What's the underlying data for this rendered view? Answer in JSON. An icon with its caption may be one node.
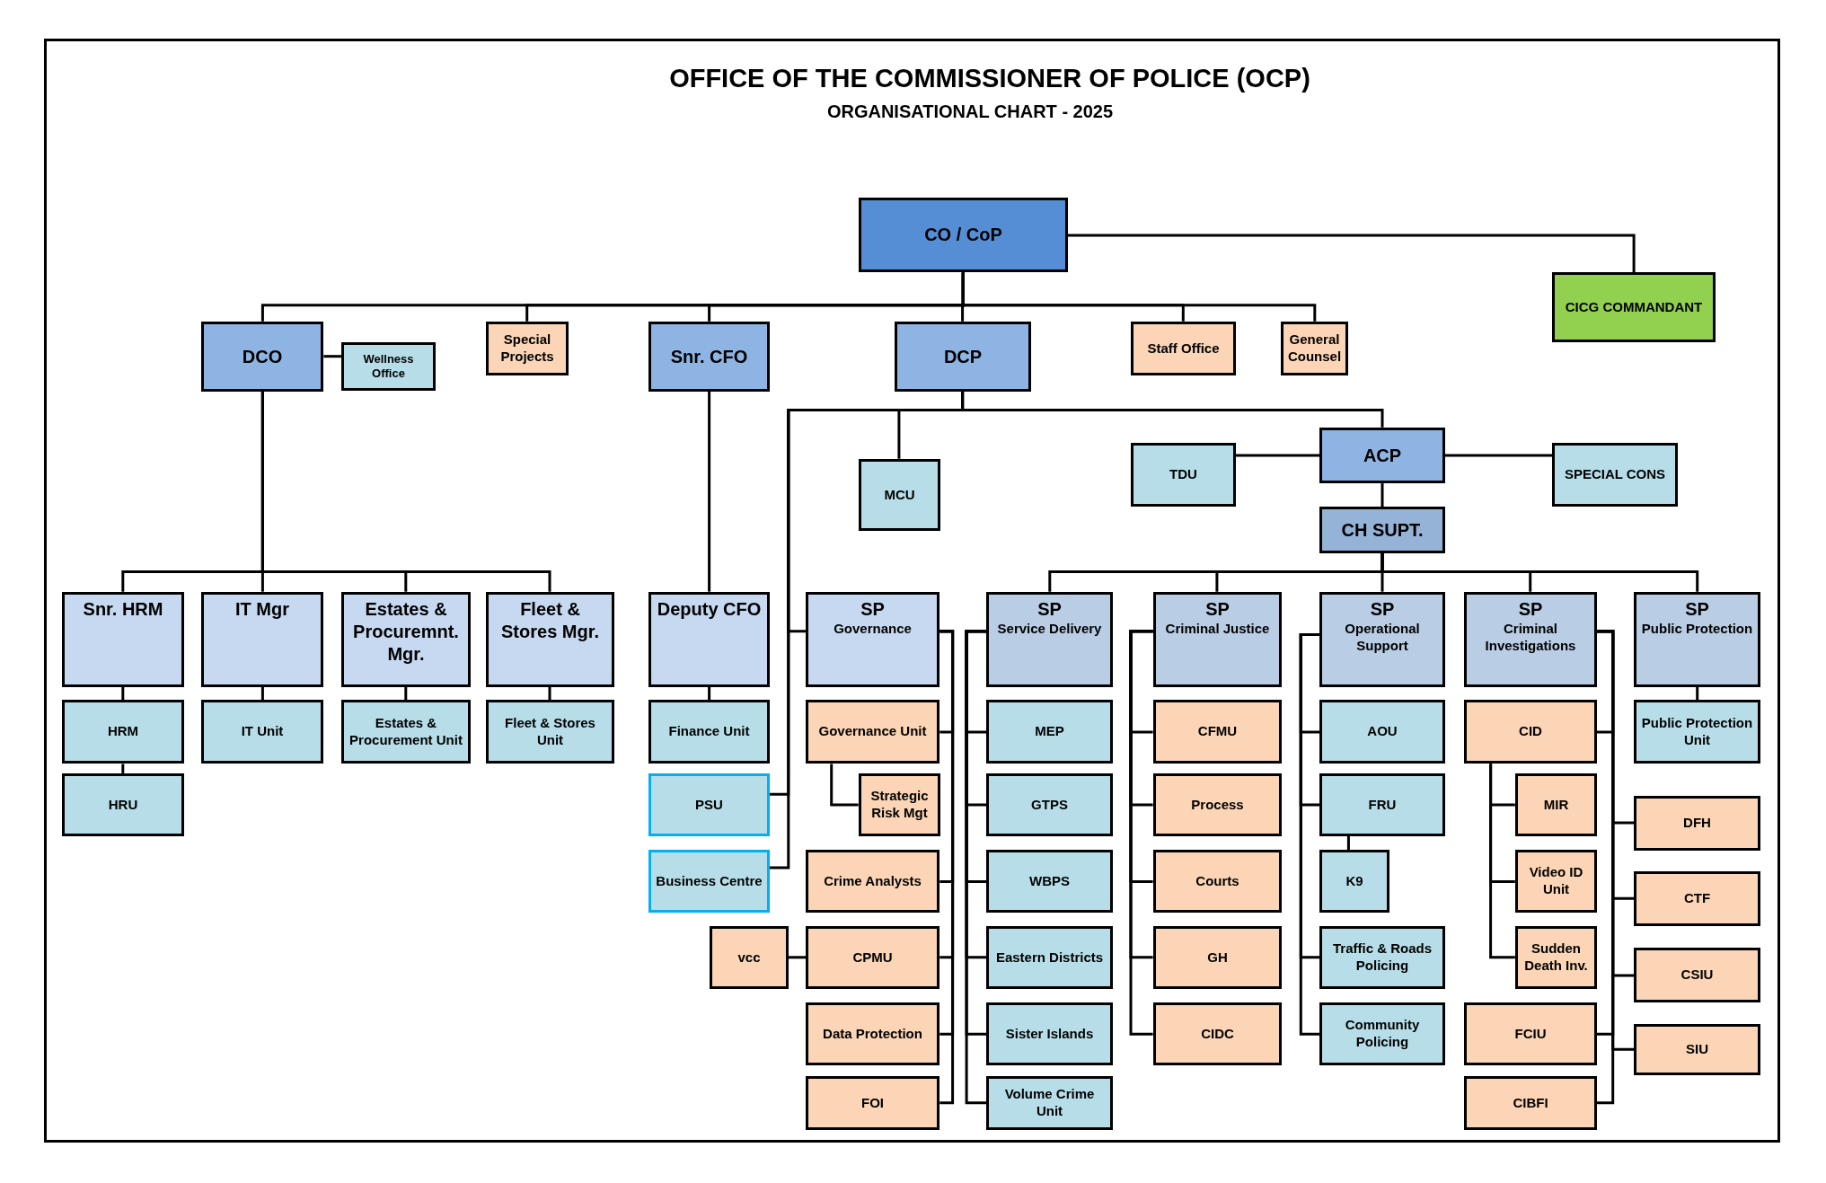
{
  "diagram": {
    "title": "OFFICE OF THE COMMISSIONER OF POLICE (OCP)",
    "nodes": [
      {
        "text": [
          "CO / CoP"
        ]
      },
      {
        "text": [
          "CICG COMMANDANT"
        ]
      },
      {
        "text": [
          "DCO"
        ]
      },
      {
        "text": [
          "Wellness Office"
        ]
      },
      {
        "text": [
          "Special Projects"
        ]
      },
      {
        "text": [
          "Snr. CFO"
        ]
      },
      {
        "text": [
          "DCP"
        ]
      },
      {
        "text": [
          "Staff Office"
        ]
      },
      {
        "text": [
          "General Counsel"
        ]
      },
      {
        "text": [
          "MCU"
        ]
      },
      {
        "text": [
          "TDU"
        ]
      },
      {
        "text": [
          "ACP"
        ]
      },
      {
        "text": [
          "SPECIAL CONS"
        ]
      },
      {
        "text": [
          "CH SUPT."
        ]
      },
      {
        "text": [
          "Snr. HRM"
        ]
      },
      {
        "text": [
          "IT Mgr"
        ]
      },
      {
        "text": [
          "Estates & Procuremnt. Mgr."
        ]
      },
      {
        "text": [
          "Fleet & Stores Mgr."
        ]
      },
      {
        "text": [
          "Deputy CFO"
        ]
      },
      {
        "text": [
          "SP",
          "Governance"
        ]
      },
      {
        "text": [
          "SP",
          "Service Delivery"
        ]
      },
      {
        "text": [
          "SP",
          "Criminal Justice"
        ]
      },
      {
        "text": [
          "SP",
          "Operational Support"
        ]
      },
      {
        "text": [
          "SP",
          "Criminal Investigations"
        ]
      },
      {
        "text": [
          "SP",
          "Public Protection"
        ]
      },
      {
        "text": [
          "HRM"
        ]
      },
      {
        "text": [
          "IT Unit"
        ]
      },
      {
        "text": [
          "Estates & Procurement Unit"
        ]
      },
      {
        "text": [
          "Fleet & Stores Unit"
        ]
      },
      {
        "text": [
          "Finance Unit"
        ]
      },
      {
        "text": [
          "Governance Unit"
        ]
      },
      {
        "text": [
          "MEP"
        ]
      },
      {
        "text": [
          "CFMU"
        ]
      },
      {
        "text": [
          "AOU"
        ]
      },
      {
        "text": [
          "CID"
        ]
      },
      {
        "text": [
          "Public Protection Unit"
        ]
      },
      {
        "text": [
          "HRU"
        ]
      },
      {
        "text": [
          "PSU"
        ]
      },
      {
        "text": [
          "Strategic Risk Mgt"
        ]
      },
      {
        "text": [
          "GTPS"
        ]
      },
      {
        "text": [
          "Process"
        ]
      },
      {
        "text": [
          "FRU"
        ]
      },
      {
        "text": [
          "MIR"
        ]
      },
      {
        "text": [
          "DFH"
        ]
      },
      {
        "text": [
          "Business Centre"
        ]
      },
      {
        "text": [
          "Crime Analysts"
        ]
      },
      {
        "text": [
          "WBPS"
        ]
      },
      {
        "text": [
          "Courts"
        ]
      },
      {
        "text": [
          "K9"
        ]
      },
      {
        "text": [
          "Video ID Unit"
        ]
      },
      {
        "text": [
          "CTF"
        ]
      },
      {
        "text": [
          "vcc"
        ]
      },
      {
        "text": [
          "CPMU"
        ]
      },
      {
        "text": [
          "Eastern Districts"
        ]
      },
      {
        "text": [
          "GH"
        ]
      },
      {
        "text": [
          "Traffic & Roads Policing"
        ]
      },
      {
        "text": [
          "Sudden Death Inv."
        ]
      },
      {
        "text": [
          "CSIU"
        ]
      },
      {
        "text": [
          "Data Protection"
        ]
      },
      {
        "text": [
          "Sister Islands"
        ]
      },
      {
        "text": [
          "CIDC"
        ]
      },
      {
        "text": [
          "Community Policing"
        ]
      },
      {
        "text": [
          "FCIU"
        ]
      },
      {
        "text": [
          "SIU"
        ]
      },
      {
        "text": [
          "FOI"
        ]
      },
      {
        "text": [
          "Volume Crime Unit"
        ]
      },
      {
        "text": [
          "CIBFI"
        ]
      }
    ],
    "edges": [
      {
        "from": 0,
        "to": 1,
        "arrow": "none"
      },
      {
        "from": 0,
        "to": 2,
        "arrow": "none"
      },
      {
        "from": 0,
        "to": 4,
        "arrow": "none"
      },
      {
        "from": 0,
        "to": 5,
        "arrow": "none"
      },
      {
        "from": 0,
        "to": 6,
        "arrow": "none"
      },
      {
        "from": 0,
        "to": 7,
        "arrow": "none"
      },
      {
        "from": 0,
        "to": 8,
        "arrow": "none"
      },
      {
        "from": 2,
        "to": 3,
        "arrow": "none"
      },
      {
        "from": 2,
        "to": 14,
        "arrow": "none"
      },
      {
        "from": 2,
        "to": 15,
        "arrow": "none"
      },
      {
        "from": 2,
        "to": 16,
        "arrow": "none"
      },
      {
        "from": 2,
        "to": 17,
        "arrow": "none"
      },
      {
        "from": 5,
        "to": 18,
        "arrow": "none"
      },
      {
        "from": 14,
        "to": 25,
        "arrow": "none"
      },
      {
        "from": 15,
        "to": 26,
        "arrow": "none"
      },
      {
        "from": 16,
        "to": 27,
        "arrow": "none"
      },
      {
        "from": 17,
        "to": 28,
        "arrow": "none"
      },
      {
        "from": 18,
        "to": 29,
        "arrow": "none"
      },
      {
        "from": 25,
        "to": 36,
        "arrow": "none"
      },
      {
        "from": 6,
        "to": 9,
        "arrow": "none"
      },
      {
        "from": 6,
        "to": 11,
        "arrow": "none"
      },
      {
        "from": 6,
        "to": 19,
        "arrow": "none"
      },
      {
        "from": 6,
        "to": 37,
        "arrow": "none"
      },
      {
        "from": 6,
        "to": 44,
        "arrow": "none"
      },
      {
        "from": 11,
        "to": 10,
        "arrow": "none"
      },
      {
        "from": 11,
        "to": 12,
        "arrow": "none"
      },
      {
        "from": 11,
        "to": 13,
        "arrow": "none"
      },
      {
        "from": 13,
        "to": 20,
        "arrow": "none"
      },
      {
        "from": 13,
        "to": 21,
        "arrow": "none"
      },
      {
        "from": 13,
        "to": 22,
        "arrow": "none"
      },
      {
        "from": 13,
        "to": 23,
        "arrow": "none"
      },
      {
        "from": 13,
        "to": 24,
        "arrow": "none"
      },
      {
        "from": 19,
        "to": 30,
        "arrow": "none"
      },
      {
        "from": 19,
        "to": 45,
        "arrow": "none"
      },
      {
        "from": 19,
        "to": 52,
        "arrow": "none"
      },
      {
        "from": 19,
        "to": 58,
        "arrow": "none"
      },
      {
        "from": 19,
        "to": 64,
        "arrow": "none"
      },
      {
        "from": 30,
        "to": 38,
        "arrow": "none"
      },
      {
        "from": 51,
        "to": 52,
        "arrow": "none"
      },
      {
        "from": 20,
        "to": 31,
        "arrow": "none"
      },
      {
        "from": 20,
        "to": 39,
        "arrow": "none"
      },
      {
        "from": 20,
        "to": 46,
        "arrow": "none"
      },
      {
        "from": 20,
        "to": 53,
        "arrow": "none"
      },
      {
        "from": 20,
        "to": 59,
        "arrow": "none"
      },
      {
        "from": 20,
        "to": 65,
        "arrow": "none"
      },
      {
        "from": 21,
        "to": 32,
        "arrow": "none"
      },
      {
        "from": 21,
        "to": 40,
        "arrow": "none"
      },
      {
        "from": 21,
        "to": 47,
        "arrow": "none"
      },
      {
        "from": 21,
        "to": 54,
        "arrow": "none"
      },
      {
        "from": 21,
        "to": 60,
        "arrow": "none"
      },
      {
        "from": 22,
        "to": 33,
        "arrow": "none"
      },
      {
        "from": 22,
        "to": 41,
        "arrow": "none"
      },
      {
        "from": 22,
        "to": 55,
        "arrow": "none"
      },
      {
        "from": 22,
        "to": 61,
        "arrow": "none"
      },
      {
        "from": 41,
        "to": 48,
        "arrow": "none"
      },
      {
        "from": 23,
        "to": 34,
        "arrow": "none"
      },
      {
        "from": 23,
        "to": 62,
        "arrow": "none"
      },
      {
        "from": 23,
        "to": 66,
        "arrow": "none"
      },
      {
        "from": 23,
        "to": 43,
        "arrow": "none"
      },
      {
        "from": 23,
        "to": 50,
        "arrow": "none"
      },
      {
        "from": 23,
        "to": 57,
        "arrow": "none"
      },
      {
        "from": 23,
        "to": 63,
        "arrow": "none"
      },
      {
        "from": 34,
        "to": 42,
        "arrow": "none"
      },
      {
        "from": 34,
        "to": 49,
        "arrow": "none"
      },
      {
        "from": 34,
        "to": 56,
        "arrow": "none"
      },
      {
        "from": 24,
        "to": 35,
        "arrow": "none"
      }
    ],
    "labels": [
      "ORGANISATIONAL CHART - 2025"
    ]
  }
}
